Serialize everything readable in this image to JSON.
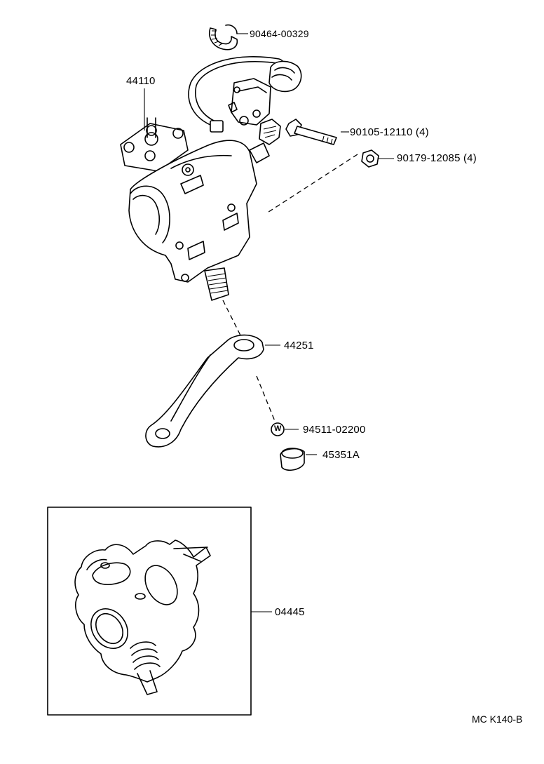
{
  "parts": [
    {
      "id": "p1",
      "number": "90464-00329"
    },
    {
      "id": "p2",
      "number": "44110"
    },
    {
      "id": "p3",
      "number": "90105-12110 (4)"
    },
    {
      "id": "p4",
      "number": "90179-12085 (4)"
    },
    {
      "id": "p5",
      "number": "44251"
    },
    {
      "id": "p6",
      "number": "94511-02200"
    },
    {
      "id": "p7",
      "number": "45351A"
    },
    {
      "id": "p8",
      "number": "04445"
    }
  ],
  "washer_mark": "W",
  "reference_code": "MC  K140-B"
}
